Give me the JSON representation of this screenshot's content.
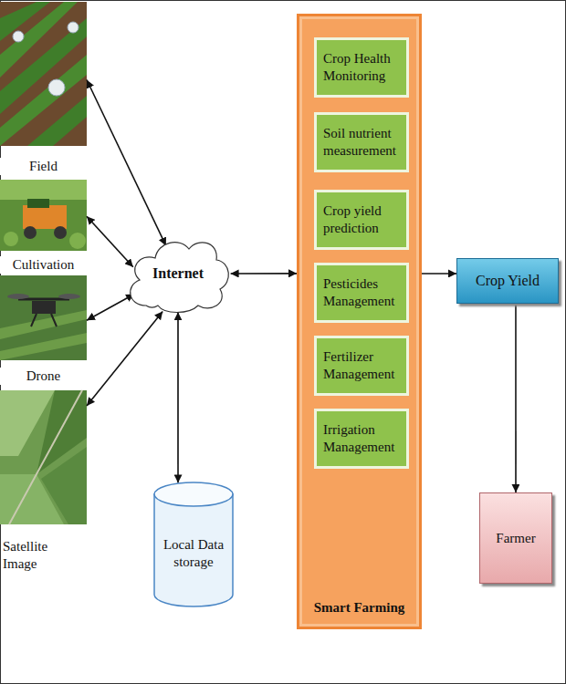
{
  "diagram": {
    "nodes": [
      {
        "text": [
          "Field"
        ]
      },
      {
        "text": [
          "Cultivation"
        ]
      },
      {
        "text": [
          "Drone"
        ]
      },
      {
        "text": [
          "Satellite Image"
        ]
      },
      {
        "text": [
          "Internet"
        ]
      },
      {
        "text": [
          "Local Data storage"
        ]
      },
      {
        "text": [
          "Smart Farming"
        ]
      },
      {
        "text": [
          "Crop Health Monitoring"
        ],
        "in": 6
      },
      {
        "text": [
          "Soil nutrient measurement"
        ],
        "in": 6
      },
      {
        "text": [
          "Crop yield prediction"
        ],
        "in": 6
      },
      {
        "text": [
          "Pesticides Management"
        ],
        "in": 6
      },
      {
        "text": [
          "Fertilizer Management"
        ],
        "in": 6
      },
      {
        "text": [
          "Irrigation Management"
        ],
        "in": 6
      },
      {
        "text": [
          "Crop Yield"
        ]
      },
      {
        "text": [
          "Farmer"
        ]
      }
    ],
    "edges": [
      {
        "from": 0,
        "to": 4,
        "arrow": "both"
      },
      {
        "from": 1,
        "to": 4,
        "arrow": "both"
      },
      {
        "from": 2,
        "to": 4,
        "arrow": "both"
      },
      {
        "from": 3,
        "to": 4,
        "arrow": "both"
      },
      {
        "from": 4,
        "to": 5,
        "arrow": "both"
      },
      {
        "from": 4,
        "to": 6,
        "arrow": "both"
      },
      {
        "from": 6,
        "to": 13,
        "arrow": "to"
      },
      {
        "from": 13,
        "to": 14,
        "arrow": "to"
      }
    ]
  }
}
